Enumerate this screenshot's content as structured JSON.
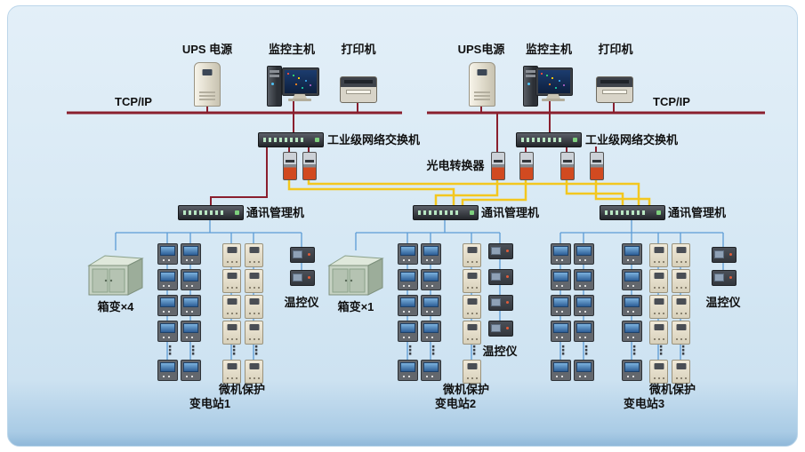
{
  "control_rooms": [
    {
      "ups": "UPS 电源",
      "host": "监控主机",
      "printer": "打印机",
      "tcpip": "TCP/IP",
      "switch_label": "工业级网络交换机"
    },
    {
      "ups": "UPS电源",
      "host": "监控主机",
      "printer": "打印机",
      "tcpip": "TCP/IP",
      "switch_label": "工业级网络交换机"
    }
  ],
  "converter_label": "光电转换器",
  "substations": [
    {
      "comm_label": "通讯管理机",
      "box_label": "箱变×4",
      "temp_label": "温控仪",
      "protection_label": "微机保护",
      "name": "变电站1"
    },
    {
      "comm_label": "通讯管理机",
      "box_label": "箱变×1",
      "temp_label": "温控仪",
      "protection_label": "微机保护",
      "name": "变电站2"
    },
    {
      "comm_label": "通讯管理机",
      "temp_label": "温控仪",
      "protection_label": "微机保护",
      "name": "变电站3"
    }
  ],
  "ellipsis": "⋮",
  "colors": {
    "panel_bg": "#d6e8f4",
    "ethernet_line": "#8a1f2e",
    "fiber_line": "#f3c71f",
    "device_link_line": "#5b9bd5"
  }
}
